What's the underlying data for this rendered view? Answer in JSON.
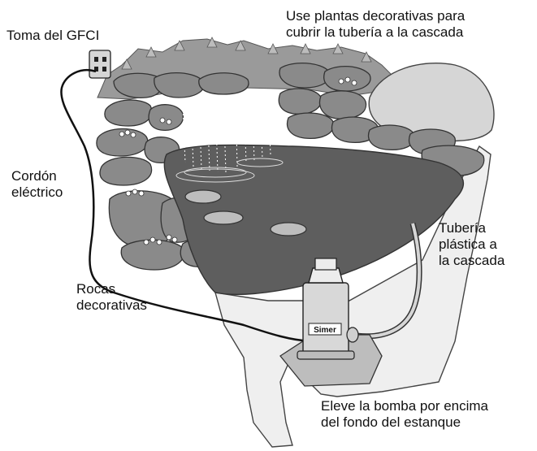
{
  "labels": {
    "gfci": "Toma del GFCI",
    "plants": "Use plantas decorativas para\ncubrir la tubería a la cascada",
    "cord": "Cordón\neléctrico",
    "pipe": "Tubería\nplástica a\nla cascada",
    "rocks": "Rocas\ndecorativas",
    "raise_pump": "Eleve la bomba por encima\ndel fondo del estanque"
  },
  "pump_brand": "Simer",
  "colors": {
    "rock": "#8a8a8a",
    "rock_dark": "#6f6f6f",
    "water": "#5e5e5e",
    "foliage": "#9a9a9a",
    "ground": "#efefef",
    "pump": "#d8d8d8",
    "lily_pad": "#bdbdbd"
  }
}
